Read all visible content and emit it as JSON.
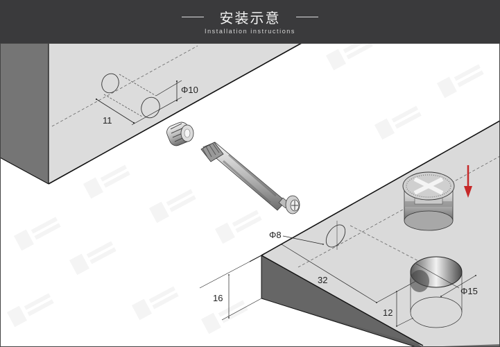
{
  "header": {
    "title": "安装示意",
    "subtitle": "Installation instructions",
    "background": "#3a3a3c"
  },
  "diagram": {
    "upper_board": {
      "hole_diameter": "Φ10",
      "hole_depth": "11"
    },
    "lower_board": {
      "pin_hole_diameter": "Φ8",
      "edge_distance": "32",
      "board_thickness": "16",
      "cam_hole_depth": "12",
      "cam_hole_diameter": "Φ15"
    },
    "parts": [
      "dowel-insert",
      "connector-bolt",
      "cam-lock"
    ],
    "arrow_color": "#c62828"
  },
  "watermark": {
    "icon": "brand-logo-icon"
  }
}
